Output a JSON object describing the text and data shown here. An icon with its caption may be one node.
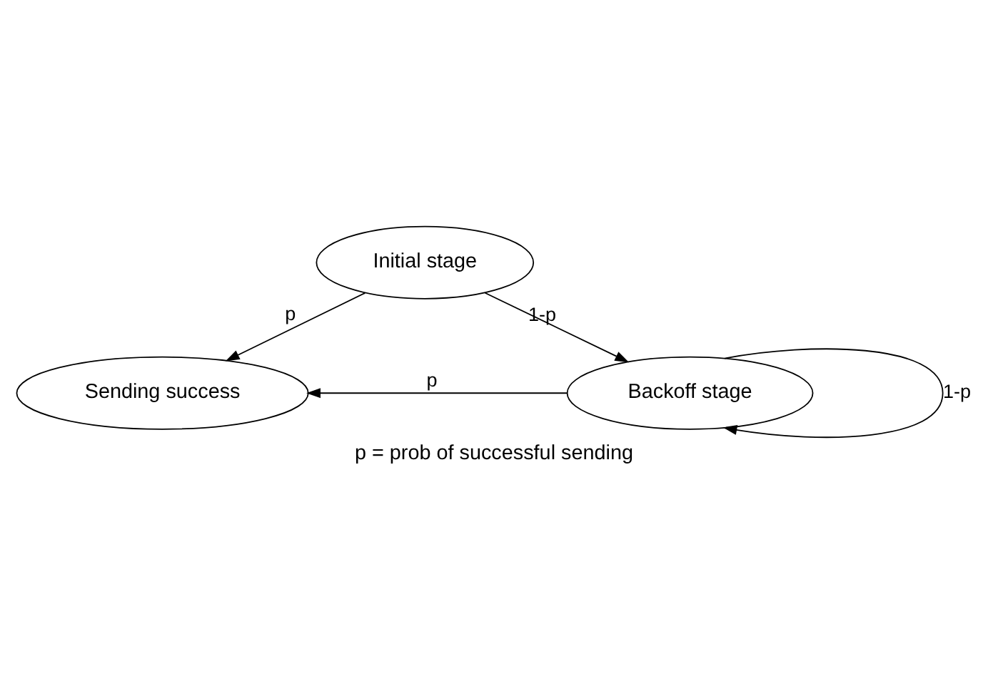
{
  "diagram": {
    "caption": "p = prob of successful sending",
    "nodes": [
      {
        "text": [
          "Initial stage"
        ]
      },
      {
        "text": [
          "Sending success"
        ]
      },
      {
        "text": [
          "Backoff stage"
        ]
      }
    ],
    "edges": [
      {
        "from": 0,
        "to": 1,
        "arrow": "to",
        "label": "p"
      },
      {
        "from": 0,
        "to": 2,
        "arrow": "to",
        "label": "1-p"
      },
      {
        "from": 2,
        "to": 2,
        "arrow": "to",
        "label": "1-p"
      },
      {
        "from": 2,
        "to": 1,
        "arrow": "to",
        "label": "p"
      }
    ]
  }
}
